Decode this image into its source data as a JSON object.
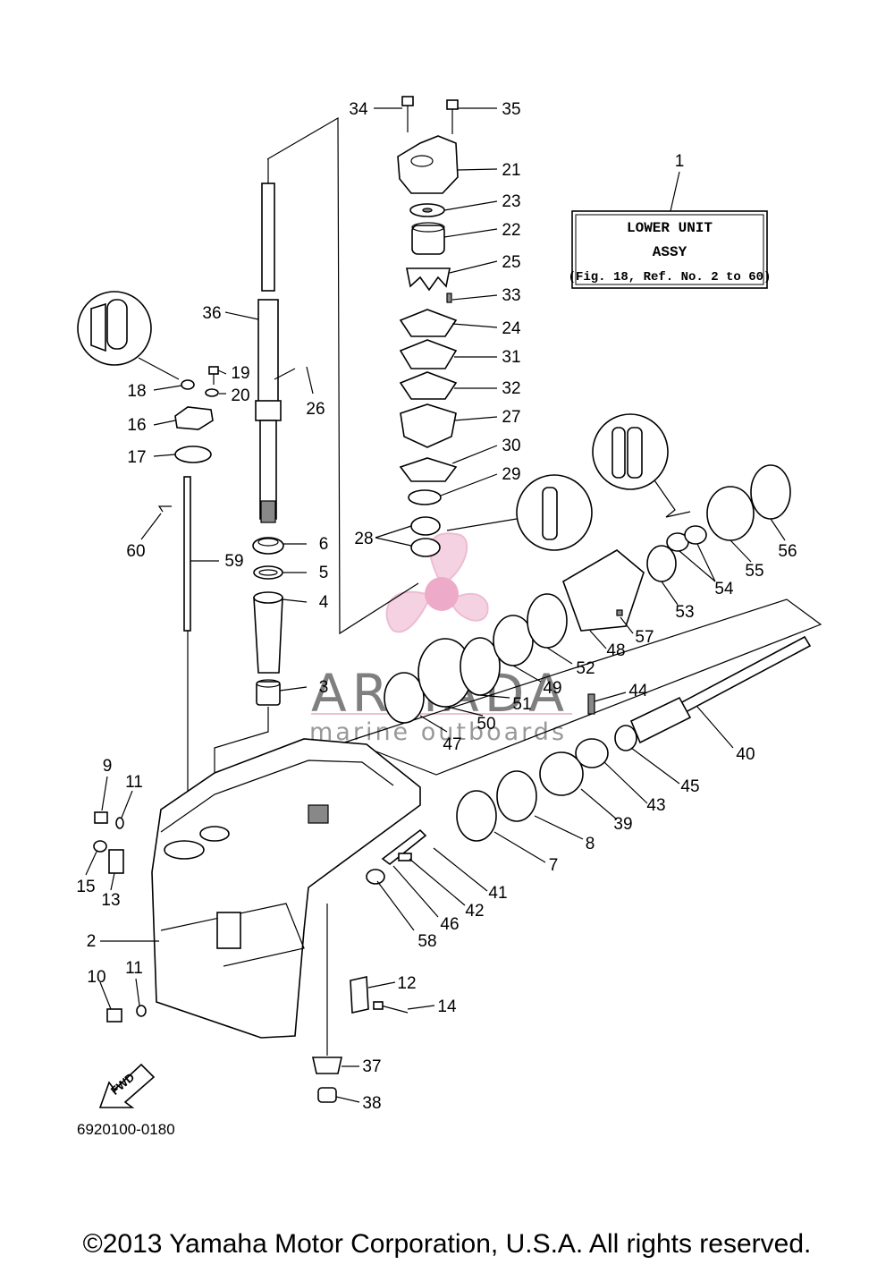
{
  "assembly_box": {
    "line1": "LOWER UNIT",
    "line2": "ASSY",
    "line3": "(Fig. 18, Ref. No. 2 to 60)",
    "ref_number": "1"
  },
  "callouts": {
    "c2": "2",
    "c3": "3",
    "c4": "4",
    "c5": "5",
    "c6": "6",
    "c7": "7",
    "c8": "8",
    "c9": "9",
    "c10": "10",
    "c11a": "11",
    "c11b": "11",
    "c12": "12",
    "c13": "13",
    "c14": "14",
    "c15": "15",
    "c16": "16",
    "c17": "17",
    "c18": "18",
    "c19": "19",
    "c20": "20",
    "c21": "21",
    "c22": "22",
    "c23": "23",
    "c24": "24",
    "c25": "25",
    "c26": "26",
    "c27": "27",
    "c28": "28",
    "c29": "29",
    "c30": "30",
    "c31": "31",
    "c32": "32",
    "c33": "33",
    "c34": "34",
    "c35": "35",
    "c36": "36",
    "c37": "37",
    "c38": "38",
    "c39": "39",
    "c40": "40",
    "c41": "41",
    "c42": "42",
    "c43": "43",
    "c44": "44",
    "c45": "45",
    "c46": "46",
    "c47": "47",
    "c48": "48",
    "c49": "49",
    "c50": "50",
    "c51": "51",
    "c52": "52",
    "c53": "53",
    "c54": "54",
    "c55": "55",
    "c56": "56",
    "c57": "57",
    "c58": "58",
    "c59": "59",
    "c60": "60"
  },
  "fwd_label": "FWD",
  "drawing_code": "6920100-0180",
  "watermark": {
    "title": "ARMADA",
    "subtitle": "marine outboards",
    "brand_color": "#e8a6c4"
  },
  "copyright": "©2013 Yamaha Motor Corporation, U.S.A. All rights reserved."
}
